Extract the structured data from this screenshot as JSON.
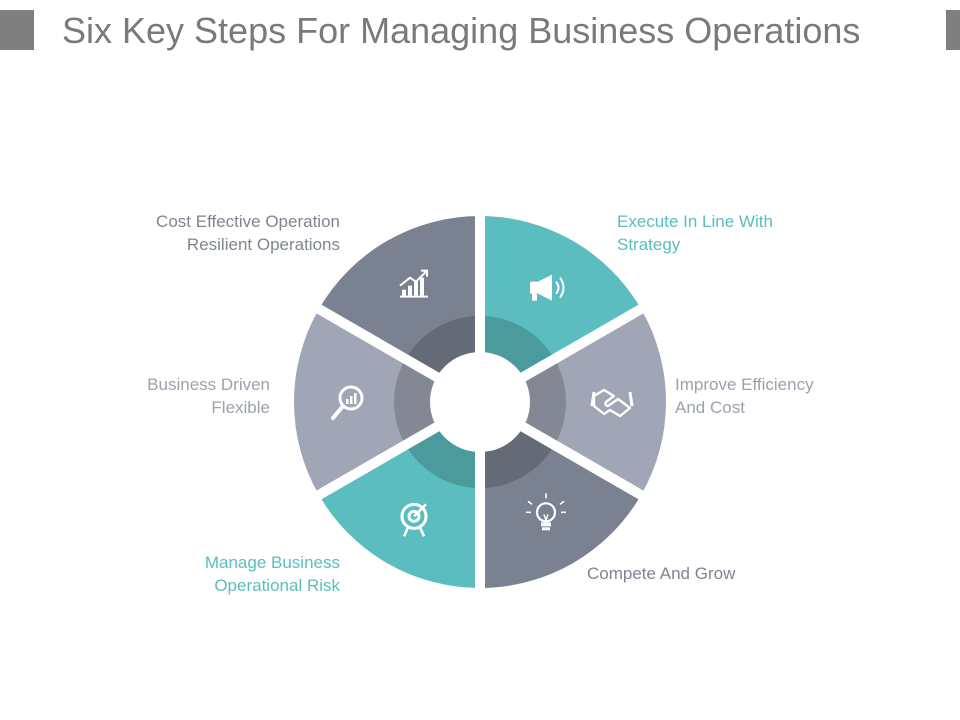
{
  "title": "Six Key Steps For Managing Business Operations",
  "colors": {
    "teal": "#5bbdc0",
    "dark_gray": "#7a8291",
    "light_gray": "#a0a6b5",
    "label_gray": "#7e8591",
    "label_light": "#9ba1ad",
    "title": "#7a7a7a"
  },
  "steps": [
    {
      "id": "execute",
      "lines": [
        "Execute In Line With",
        "Strategy"
      ],
      "icon": "megaphone-icon",
      "color": "teal"
    },
    {
      "id": "improve",
      "lines": [
        "Improve Efficiency",
        "And Cost"
      ],
      "icon": "handshake-icon",
      "color": "light_gray"
    },
    {
      "id": "compete",
      "lines": [
        "Compete And Grow"
      ],
      "icon": "lightbulb-icon",
      "color": "dark_gray"
    },
    {
      "id": "manage",
      "lines": [
        "Manage Business",
        "Operational Risk"
      ],
      "icon": "target-icon",
      "color": "teal"
    },
    {
      "id": "business",
      "lines": [
        "Business Driven",
        "Flexible"
      ],
      "icon": "magnifier-chart-icon",
      "color": "light_gray"
    },
    {
      "id": "cost",
      "lines": [
        "Cost Effective Operation",
        "Resilient Operations"
      ],
      "icon": "growth-chart-icon",
      "color": "dark_gray"
    }
  ]
}
